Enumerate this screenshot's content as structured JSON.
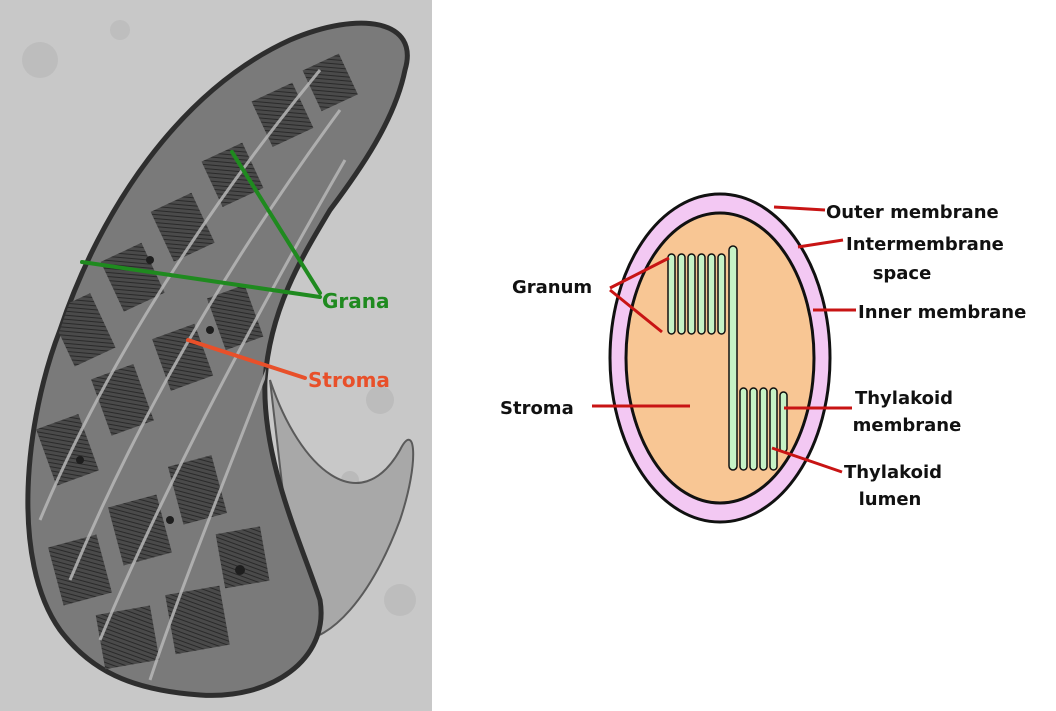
{
  "micrograph": {
    "labels": {
      "grana": "Grana",
      "stroma": "Stroma"
    },
    "colors": {
      "grana": "#1f8a1f",
      "stroma": "#e8502a",
      "background": "#c9c9c9",
      "organelle": "#6b6b6b",
      "stack": "#3a3a3a"
    }
  },
  "diagram": {
    "labels": {
      "outer_membrane": "Outer membrane",
      "intermembrane_1": "Intermembrane",
      "intermembrane_2": "space",
      "inner_membrane": "Inner membrane",
      "granum": "Granum",
      "stroma": "Stroma",
      "thylakoid_membrane_1": "Thylakoid",
      "thylakoid_membrane_2": "membrane",
      "thylakoid_lumen_1": "Thylakoid",
      "thylakoid_lumen_2": "lumen"
    },
    "colors": {
      "outer": "#f3c8f3",
      "stroma": "#f8c694",
      "thylakoid": "#c6f2c6",
      "leader": "#c81414"
    }
  }
}
